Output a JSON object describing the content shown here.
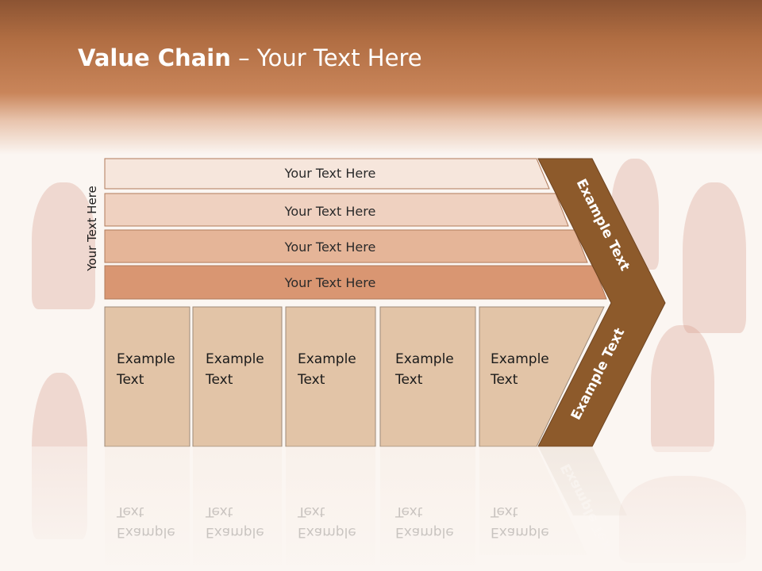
{
  "slide": {
    "title_bold": "Value Chain",
    "title_rest": " – Your Text Here",
    "side_label": "Your Text Here"
  },
  "bars": [
    {
      "label": "Your Text Here",
      "color": "#f6e6dc"
    },
    {
      "label": "Your Text Here",
      "color": "#efd1c0"
    },
    {
      "label": "Your Text Here",
      "color": "#e5b598"
    },
    {
      "label": "Your Text Here",
      "color": "#d99672"
    }
  ],
  "columns": [
    {
      "line1": "Example",
      "line2": "Text"
    },
    {
      "line1": "Example",
      "line2": "Text"
    },
    {
      "line1": "Example",
      "line2": "Text"
    },
    {
      "line1": "Example",
      "line2": "Text"
    },
    {
      "line1": "Example",
      "line2": "Text"
    }
  ],
  "chevron": {
    "upper_label": "Example Text",
    "lower_label": "Example Text",
    "color": "#8d5a2b"
  },
  "colors": {
    "column_fill": "#e2c4a7",
    "column_border": "#9e8a78"
  }
}
